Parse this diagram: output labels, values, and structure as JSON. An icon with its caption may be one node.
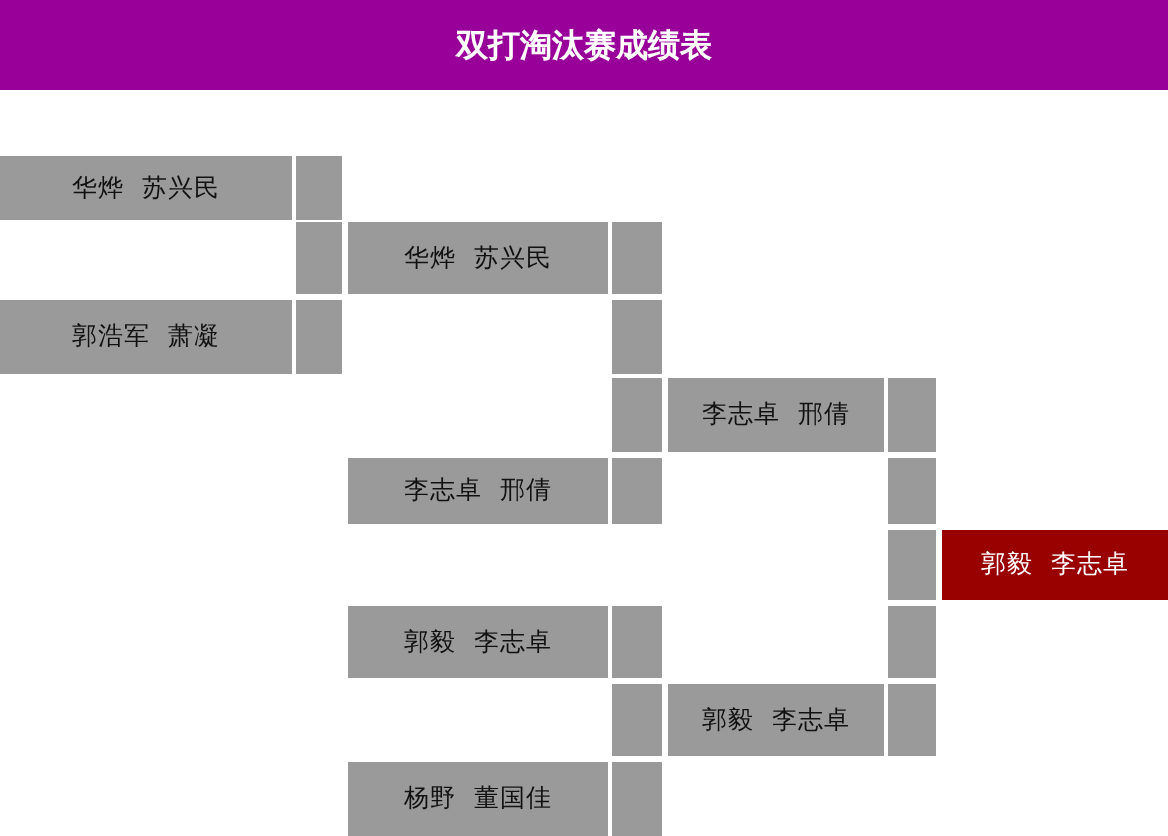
{
  "diagram": {
    "title": "双打淘汰赛成绩表",
    "nodes": [
      {
        "text": [
          "华烨 苏兴民"
        ]
      },
      {
        "text": [
          "郭浩军 萧凝"
        ]
      },
      {
        "text": [
          "华烨 苏兴民"
        ]
      },
      {
        "text": [
          "李志卓 邢倩"
        ]
      },
      {
        "text": [
          "郭毅 李志卓"
        ]
      },
      {
        "text": [
          "杨野 董国佳"
        ]
      },
      {
        "text": [
          "李志卓 邢倩"
        ]
      },
      {
        "text": [
          "郭毅 李志卓"
        ]
      },
      {
        "text": [
          "郭毅 李志卓"
        ]
      }
    ]
  }
}
